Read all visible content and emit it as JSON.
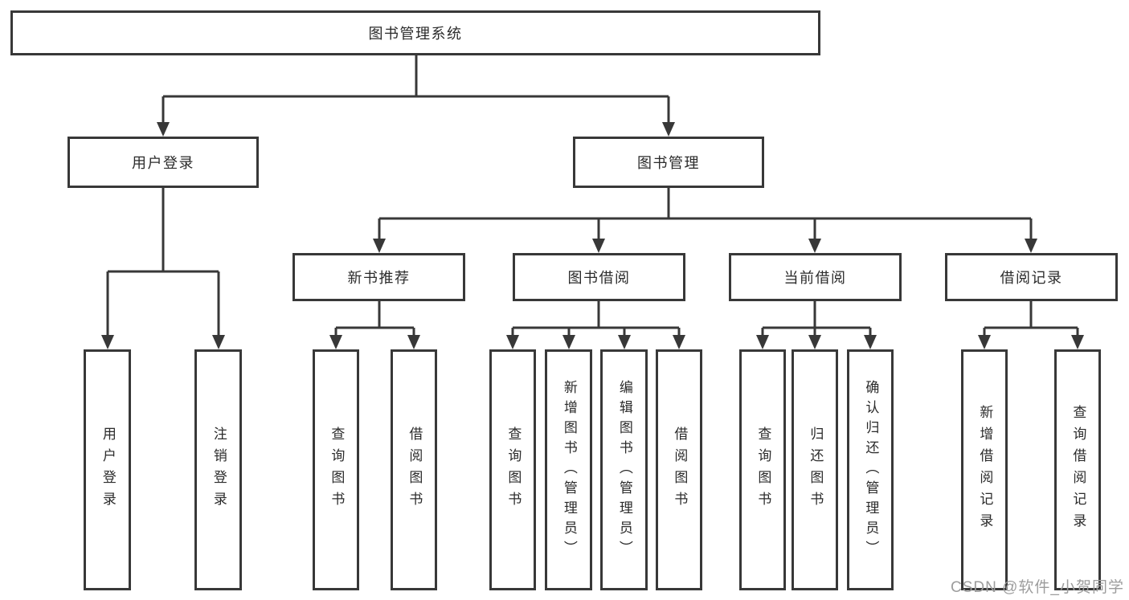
{
  "diagram": {
    "root": "图书管理系统",
    "user_login": {
      "label": "用户登录",
      "children": [
        "用户登录",
        "注销登录"
      ]
    },
    "book_mgmt": {
      "label": "图书管理",
      "modules": [
        {
          "label": "新书推荐",
          "children": [
            "查询图书",
            "借阅图书"
          ]
        },
        {
          "label": "图书借阅",
          "children": [
            "查询图书",
            "新增图书（管理员）",
            "编辑图书（管理员）",
            "借阅图书"
          ]
        },
        {
          "label": "当前借阅",
          "children": [
            "查询图书",
            "归还图书",
            "确认归还（管理员）"
          ]
        },
        {
          "label": "借阅记录",
          "children": [
            "新增借阅记录",
            "查询借阅记录"
          ]
        }
      ]
    },
    "colors": {
      "line": "#383838",
      "text": "#2b2b2b",
      "watermark": "#9d9d9d"
    }
  },
  "watermark": "CSDN @软件_小贺同学"
}
